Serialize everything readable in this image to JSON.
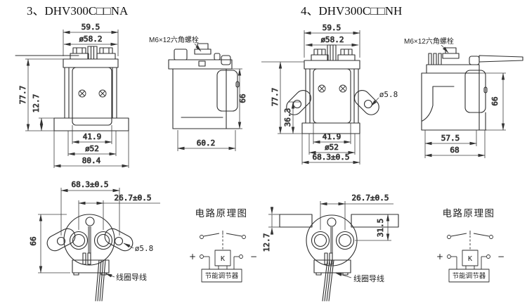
{
  "left": {
    "title": "3、DHV300C□□NA",
    "front": {
      "w_top": "59.5",
      "d_top": "ø58.2",
      "h": "77.7",
      "h_base": "12.7",
      "w_in": "41.9",
      "d_body": "ø52",
      "w_base": "80.4"
    },
    "side": {
      "bolt": "M6×12六角螺栓",
      "h": "66",
      "w": "60.2"
    },
    "bottom": {
      "w": "68.3±0.5",
      "pitch": "26.7±0.5",
      "h": "66",
      "hole": "ø5.8",
      "coil": "线圈导线"
    },
    "circuit": {
      "title": "电路原理图",
      "k": "K",
      "plus": "+",
      "minus": "−",
      "box": "节能调节器"
    }
  },
  "right": {
    "title": "4、DHV300C□□NH",
    "front": {
      "w_top": "59.5",
      "d_top": "ø58.2",
      "h": "77.7",
      "h_ear": "36.3",
      "hole": "ø5.8",
      "w_in": "41.9",
      "d_body": "ø52",
      "w_base": "68.3±0.5"
    },
    "side": {
      "bolt": "M6×12六角螺栓",
      "h": "66",
      "w_in": "57.5",
      "w_out": "68"
    },
    "bottom": {
      "pitch": "26.7±0.5",
      "h_arm": "12.7",
      "h_top": "31.5",
      "coil": "线圈导线"
    },
    "circuit": {
      "title": "电路原理图",
      "k": "K",
      "plus": "+",
      "minus": "−",
      "box": "节能调节器"
    }
  }
}
